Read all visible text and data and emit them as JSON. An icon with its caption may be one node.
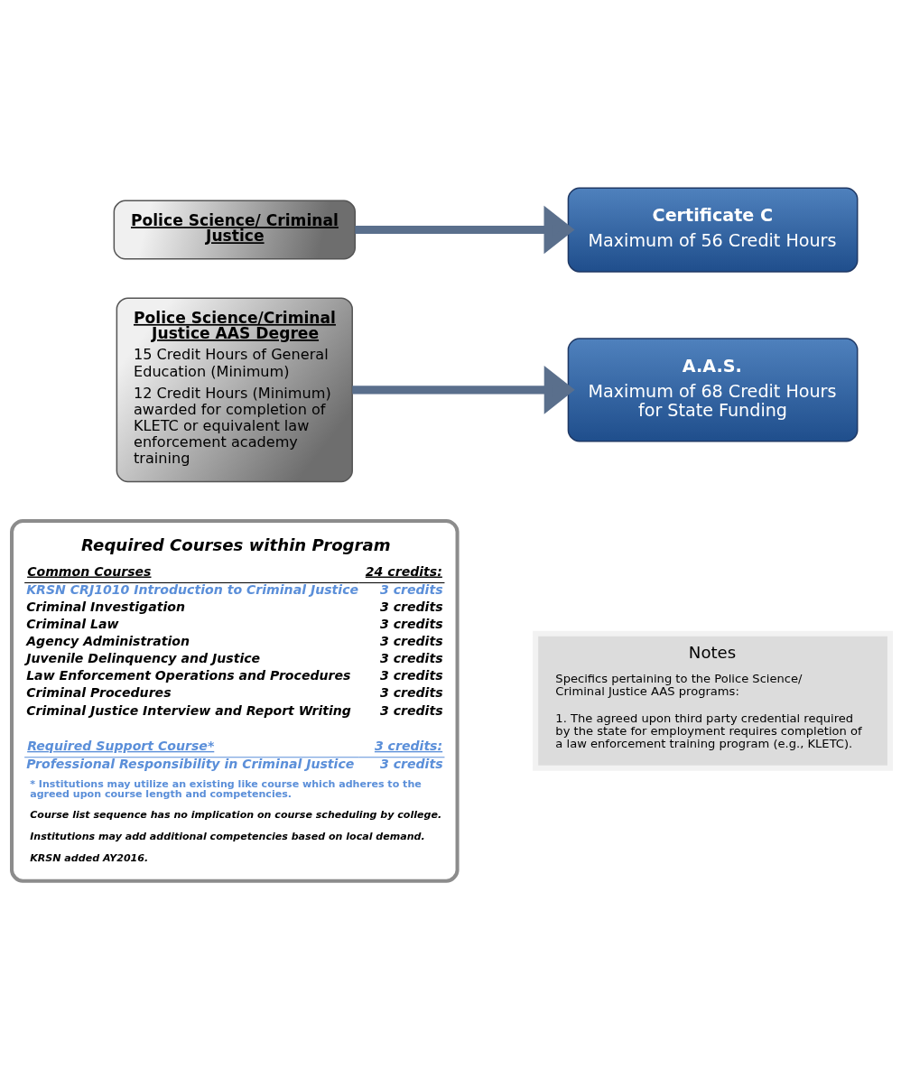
{
  "diagram": {
    "nodes": [
      {
        "text": [
          "Police Science/ Criminal Justice"
        ]
      },
      {
        "text": [
          "Certificate C",
          "Maximum of 56 Credit Hours"
        ]
      },
      {
        "text": [
          "Police Science/Criminal Justice AAS Degree",
          "15 Credit Hours of General Education (Minimum)",
          "12 Credit Hours (Minimum) awarded for completion of KLETC or equivalent law enforcement academy training"
        ]
      },
      {
        "text": [
          "A.A.S.",
          "Maximum of 68 Credit Hours for State Funding"
        ]
      },
      {
        "text": [
          "Required Courses within Program",
          "Common Courses",
          "24 credits:",
          "KRSN CRJ1010 Introduction to Criminal Justice",
          "3 credits",
          "Criminal Investigation",
          "3 credits",
          "Criminal Law",
          "3 credits",
          "Agency Administration",
          "3 credits",
          "Juvenile Delinquency and Justice",
          "3 credits",
          "Law Enforcement Operations and Procedures",
          "3 credits",
          "Criminal Procedures",
          "3 credits",
          "Criminal Justice Interview and Report Writing",
          "3 credits",
          "Required Support Course*",
          "3 credits:",
          "Professional Responsibility in Criminal Justice",
          "3 credits",
          "* Institutions may utilize an existing like course which adheres to the agreed upon course length and competencies.",
          "Course list sequence has no implication on course scheduling by college.",
          "Institutions may add additional competencies based on local demand.",
          "KRSN added AY2016."
        ]
      },
      {
        "text": [
          "Notes",
          "Specifics pertaining to the Police Science/ Criminal Justice AAS programs:",
          "1. The agreed upon third party credential required by the state for employment requires completion of a law enforcement training program (e.g., KLETC)."
        ]
      }
    ],
    "edges": [
      {
        "from": 0,
        "to": 1,
        "arrow": "to"
      },
      {
        "from": 2,
        "to": 3,
        "arrow": "to"
      }
    ]
  }
}
